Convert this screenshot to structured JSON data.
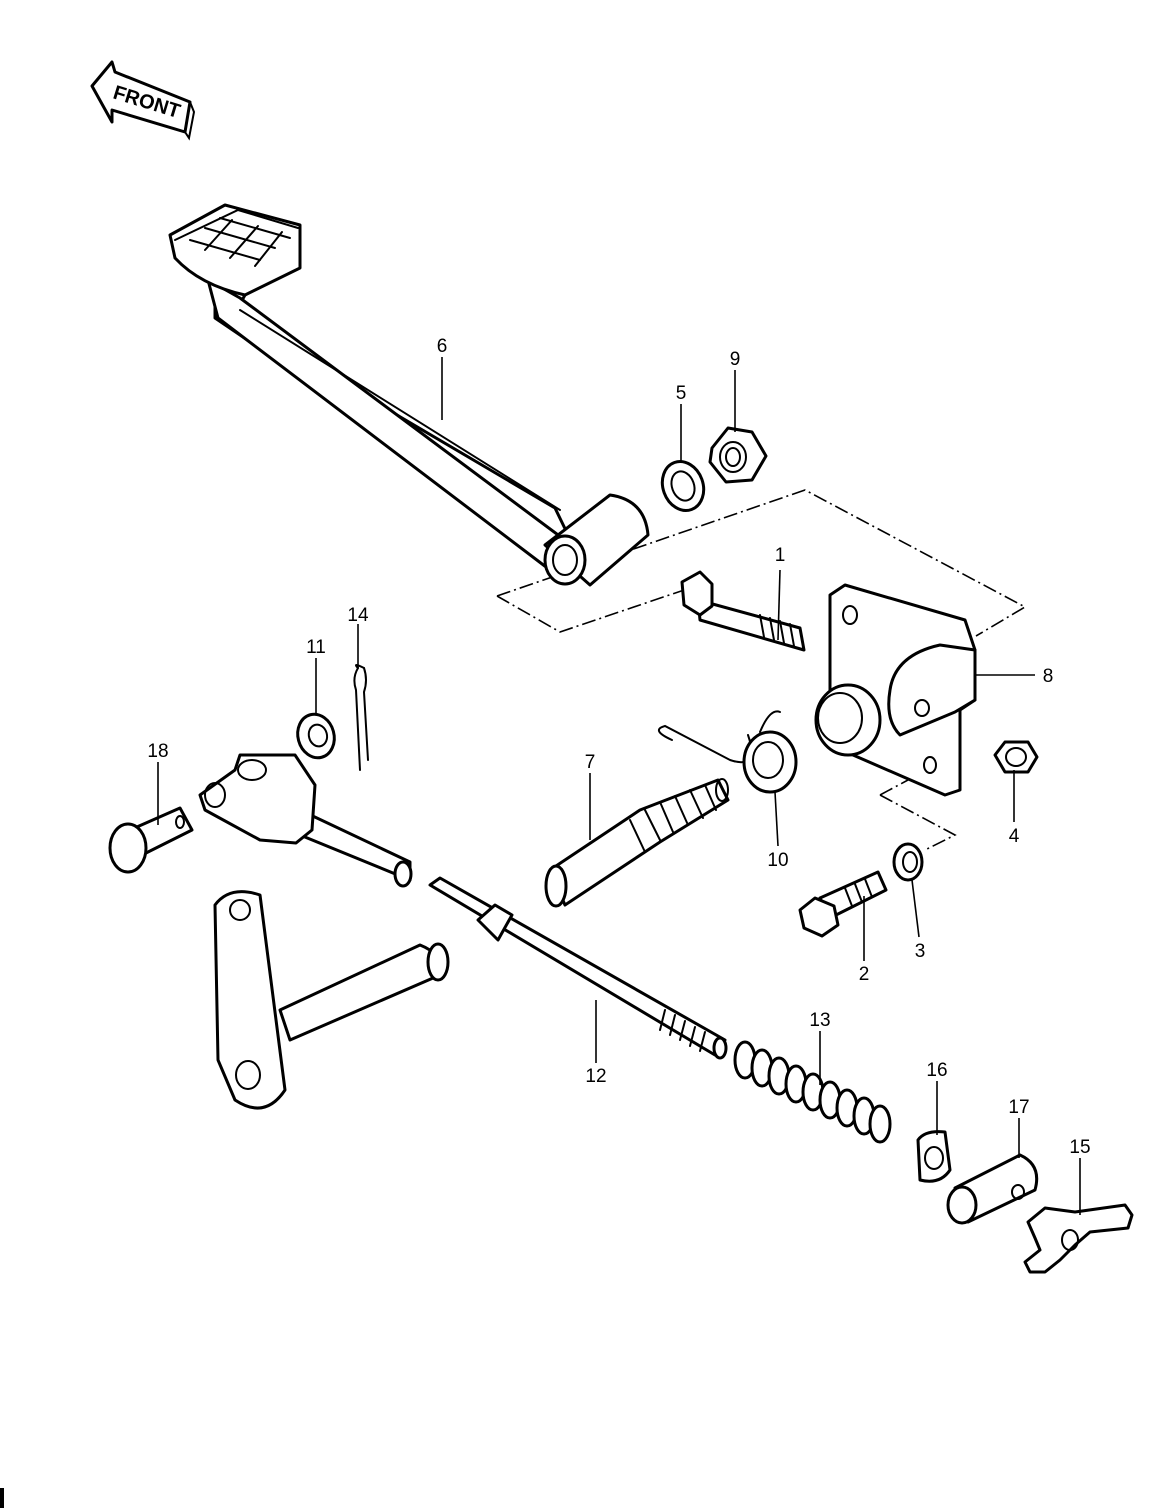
{
  "front_label": "FRONT",
  "callouts": [
    "1",
    "2",
    "3",
    "4",
    "5",
    "6",
    "7",
    "8",
    "9",
    "10",
    "11",
    "12",
    "13",
    "14",
    "15",
    "16",
    "17",
    "18"
  ],
  "colors": {
    "ink": "#000000",
    "paper": "#ffffff"
  }
}
